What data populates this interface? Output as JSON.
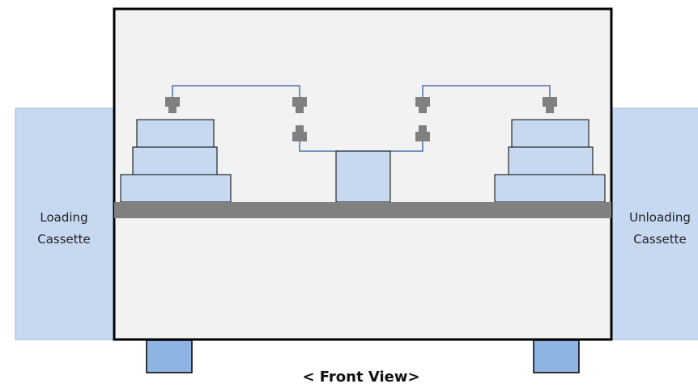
{
  "loading_cassette": {
    "line1": "Loading",
    "line2": "Cassette"
  },
  "unloading_cassette": {
    "line1": "Unloading",
    "line2": "Cassette"
  },
  "caption": "< Front View>",
  "colors": {
    "background": "#ffffff",
    "chamber_fill": "#f2f2f2",
    "cassette_fill": "#c6d9f1",
    "stage_fill": "#c6d9f1",
    "foot_fill": "#8eb4e3",
    "conveyor_bar": "#808080",
    "gripper": "#808080",
    "arm_line": "#4f6fa8",
    "outline": "#000000"
  },
  "icons": {
    "gripper": "vacuum-gripper-icon"
  }
}
